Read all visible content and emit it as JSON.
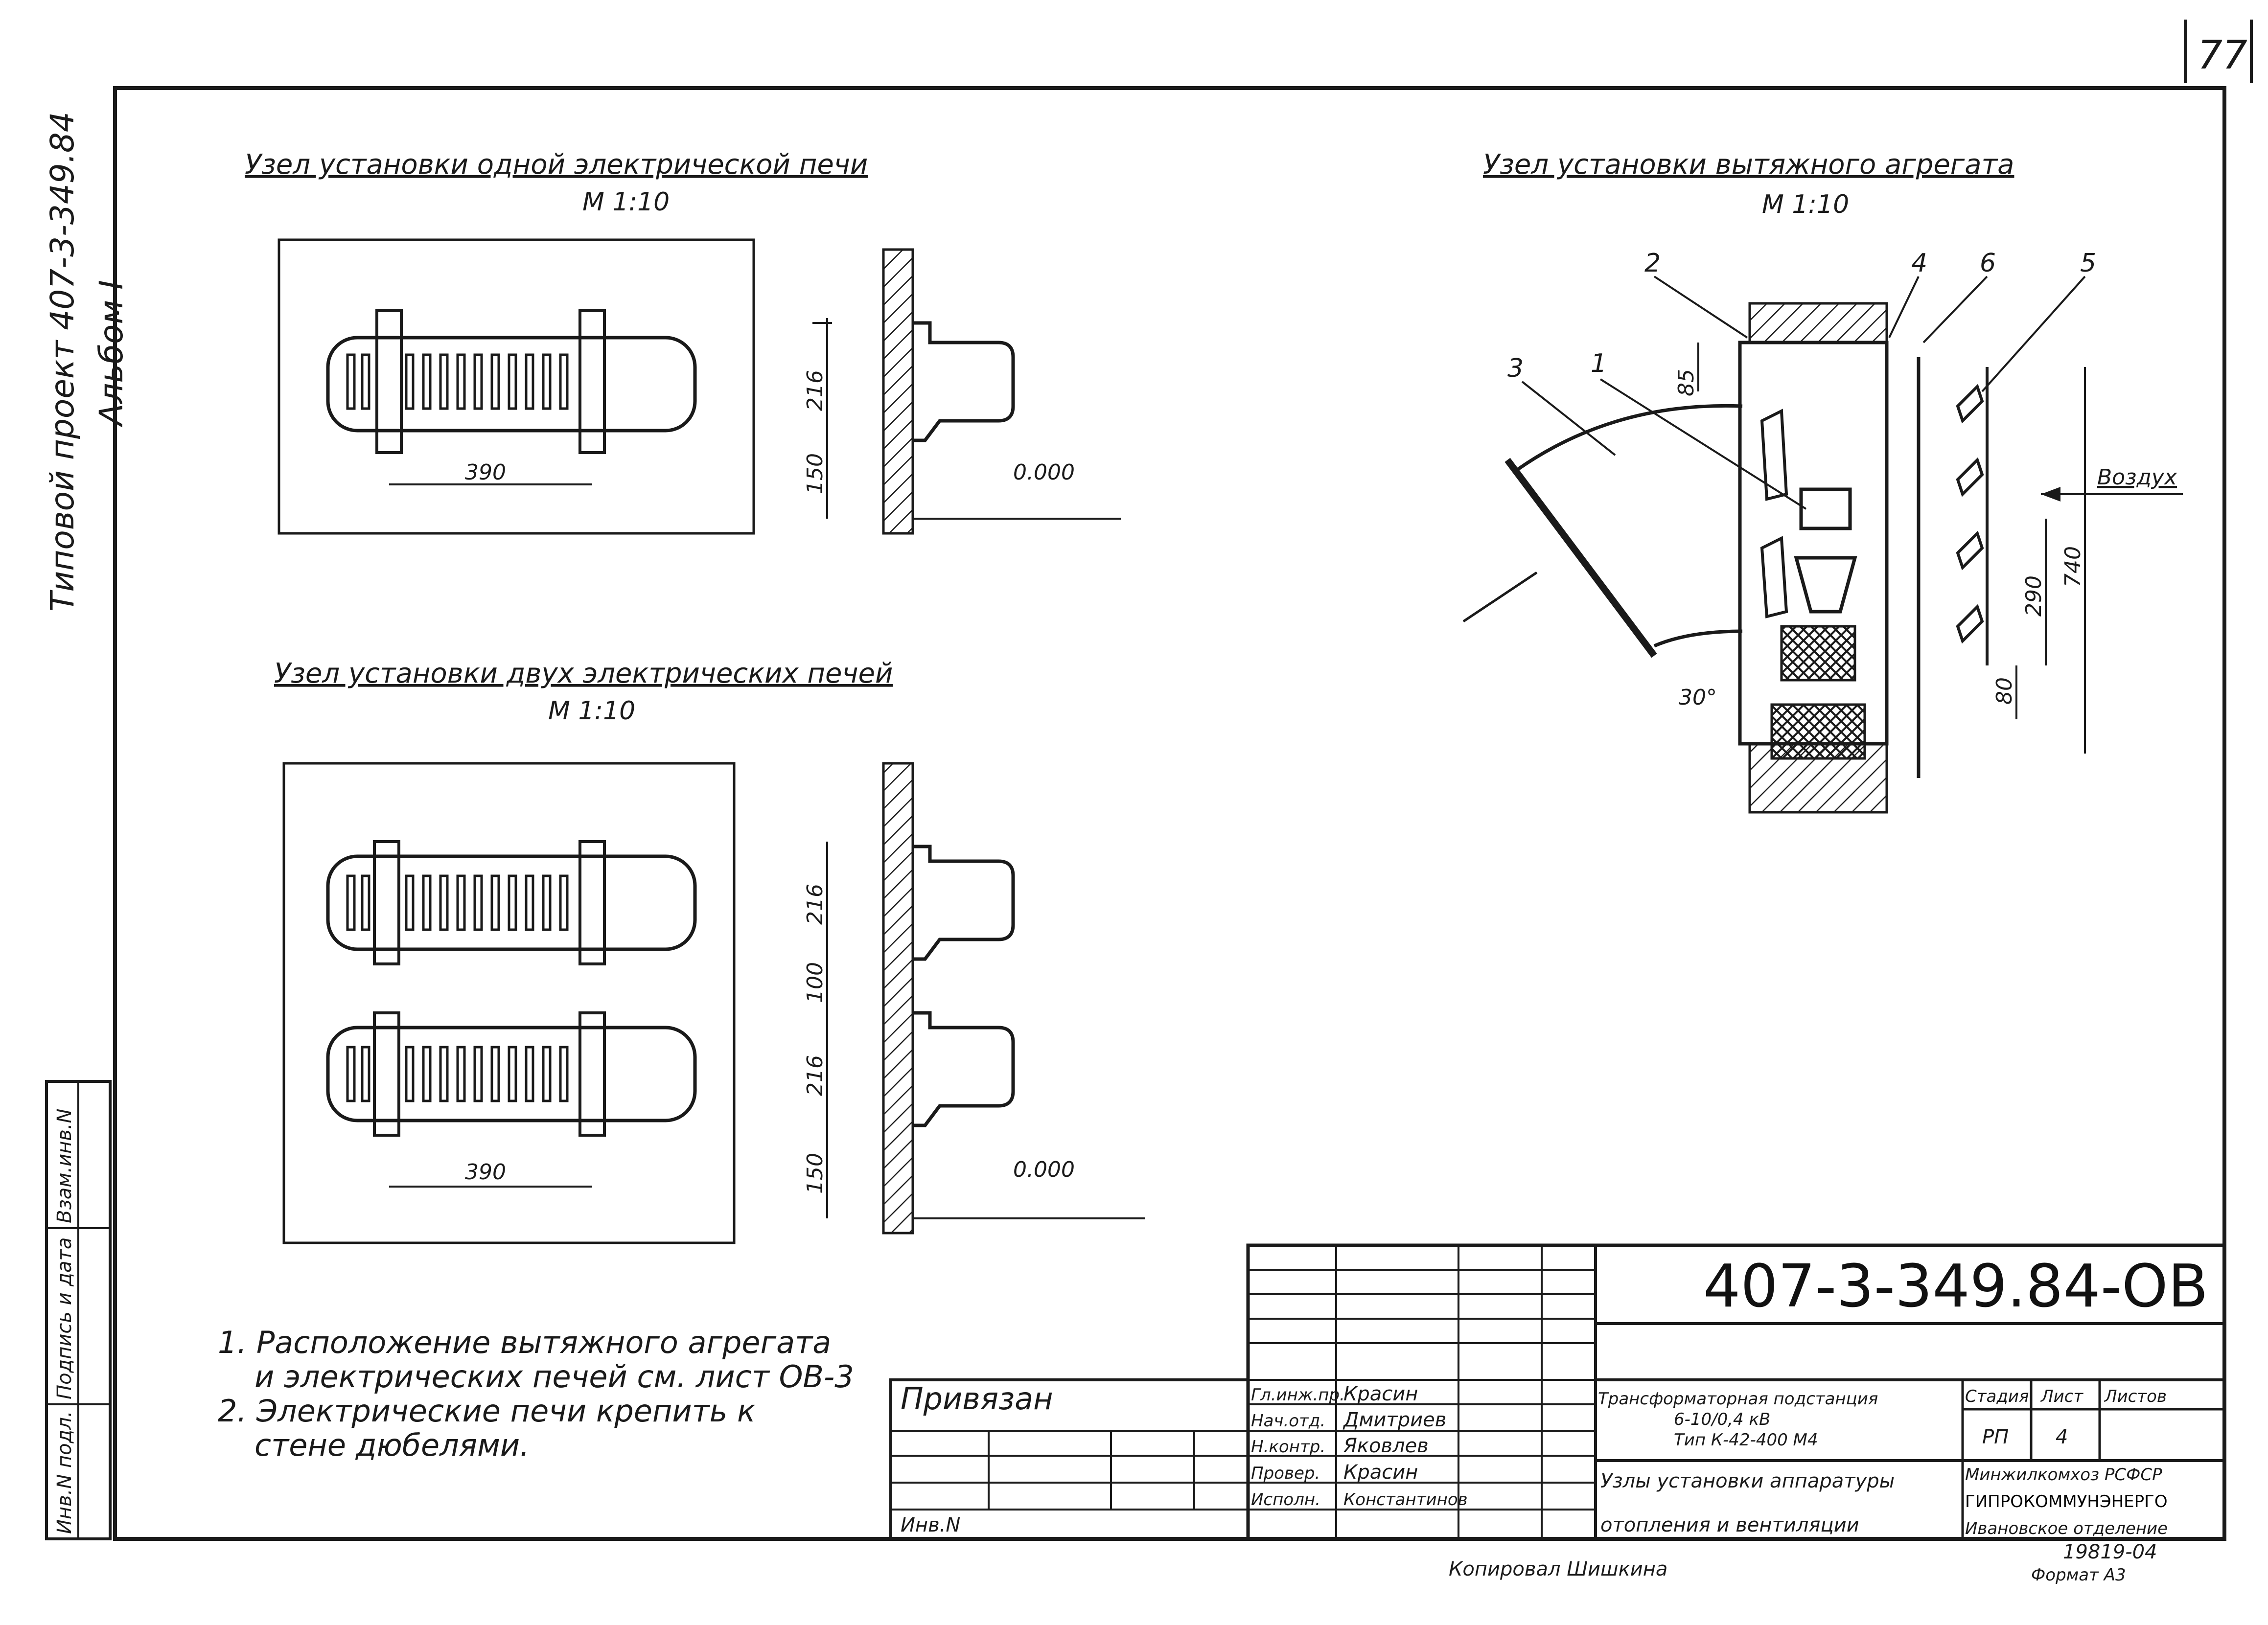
{
  "page_number": "77",
  "side_label": {
    "project": "Типовой проект 407-3-349.84",
    "album": "Альбом I"
  },
  "left_strip": {
    "inv_podl": "Инв.N подл.",
    "podpis_data": "Подпись и дата",
    "vzam_inv": "Взам.инв.N"
  },
  "drawing1": {
    "title": "Узел установки одной электрической печи",
    "scale": "М 1:10",
    "dim_width": "390",
    "dim_216": "216",
    "dim_150": "150",
    "level": "0.000"
  },
  "drawing2": {
    "title": "Узел установки двух электрических печей",
    "scale": "М 1:10",
    "dim_width": "390",
    "dim_216a": "216",
    "dim_100": "100",
    "dim_216b": "216",
    "dim_150": "150",
    "level": "0.000"
  },
  "drawing3": {
    "title": "Узел установки вытяжного агрегата",
    "scale": "М 1:10",
    "callouts": [
      "2",
      "4",
      "6",
      "5",
      "3",
      "1"
    ],
    "dim_85": "85",
    "dim_290": "290",
    "dim_740": "740",
    "dim_80": "80",
    "angle": "30°",
    "air_label": "Воздух"
  },
  "notes": [
    "1. Расположение вытяжного агрегата",
    "и электрических печей см. лист ОВ-3",
    "2. Электрические печи крепить к",
    "стене дюбелями."
  ],
  "title_block": {
    "code": "407-3-349.84-ОВ",
    "privyazan": "Привязан",
    "inv_n": "Инв.N",
    "roles": [
      "Гл.инж.пр.",
      "Нач.отд.",
      "Н.контр.",
      "Провер.",
      "Исполн."
    ],
    "names": [
      "Красин",
      "Дмитриев",
      "Яковлев",
      "Красин",
      "Константинов"
    ],
    "object_title": [
      "Трансформаторная подстанция",
      "6-10/0,4 кВ",
      "Тип К-42-400 М4"
    ],
    "sheet_title": [
      "Узлы установки аппаратуры",
      "отопления и вентиляции"
    ],
    "stage_label": "Стадия",
    "sheet_label": "Лист",
    "sheets_label": "Листов",
    "stage": "РП",
    "sheet": "4",
    "org": [
      "Минжилкомхоз РСФСР",
      "ГИПРОКОММУНЭНЕРГО",
      "Ивановское отделение"
    ],
    "number": "19819-04",
    "copied": "Копировал Шишкина",
    "format": "Формат А3"
  }
}
